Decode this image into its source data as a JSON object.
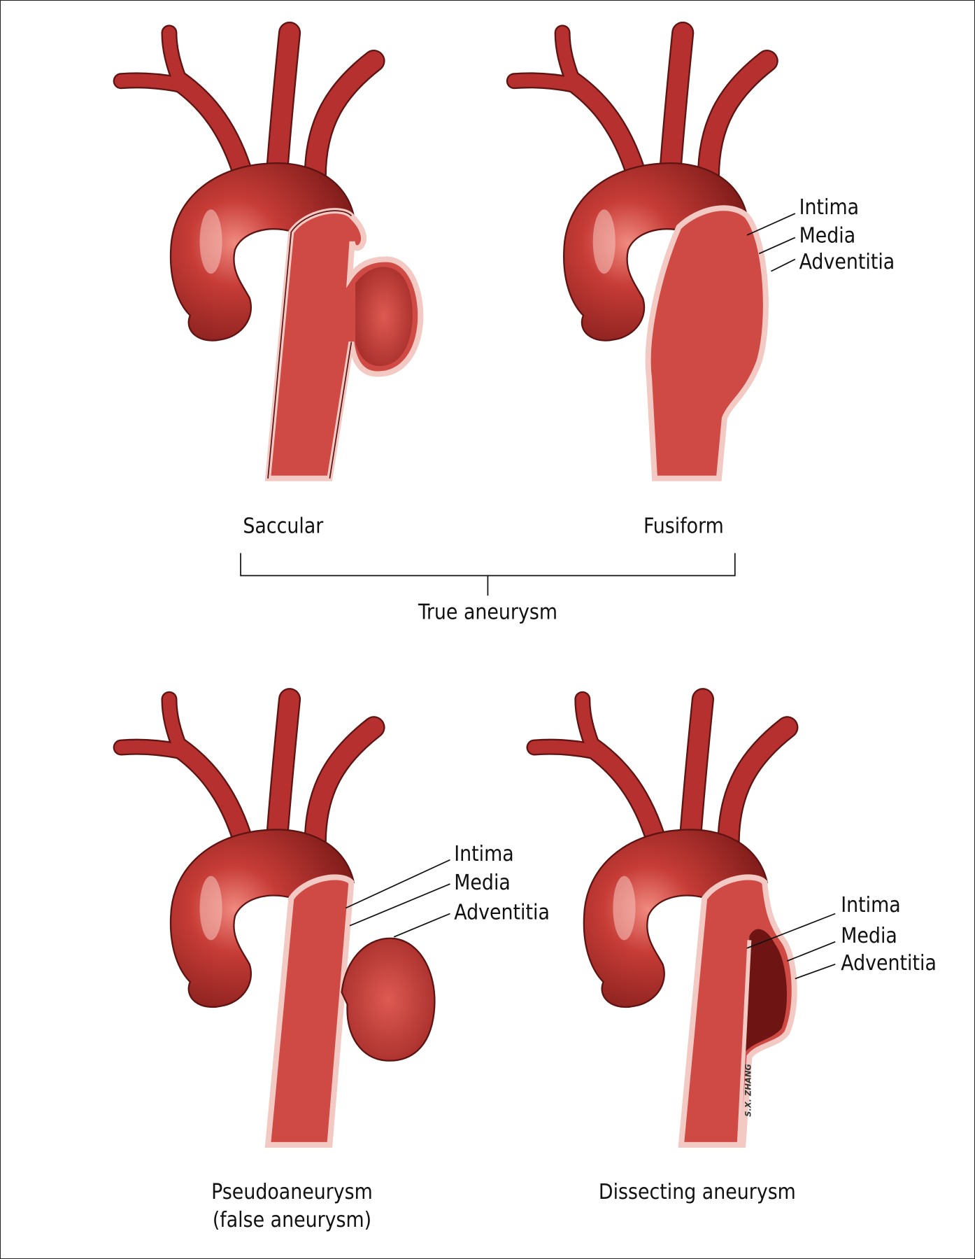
{
  "panels": {
    "saccular": {
      "caption": "Saccular"
    },
    "fusiform": {
      "caption": "Fusiform",
      "layers": [
        "Intima",
        "Media",
        "Adventitia"
      ]
    },
    "pseudo": {
      "caption_line1": "Pseudoaneurysm",
      "caption_line2": "(false aneurysm)",
      "layers": [
        "Intima",
        "Media",
        "Adventitia"
      ]
    },
    "dissecting": {
      "caption": "Dissecting aneurysm",
      "layers": [
        "Intima",
        "Media",
        "Adventitia"
      ]
    }
  },
  "group_label": "True aneurysm",
  "signature": "S.X. ZHANG"
}
